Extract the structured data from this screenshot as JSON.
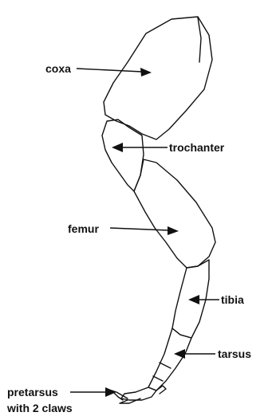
{
  "labels": {
    "coxa": "coxa",
    "trochanter": "trochanter",
    "femur": "femur",
    "tibia": "tibia",
    "tarsus": "tarsus",
    "pretarsus_line1": "pretarsus",
    "pretarsus_line2": "with 2 claws"
  },
  "colors": {
    "ink": "#111111",
    "background": "#ffffff"
  }
}
